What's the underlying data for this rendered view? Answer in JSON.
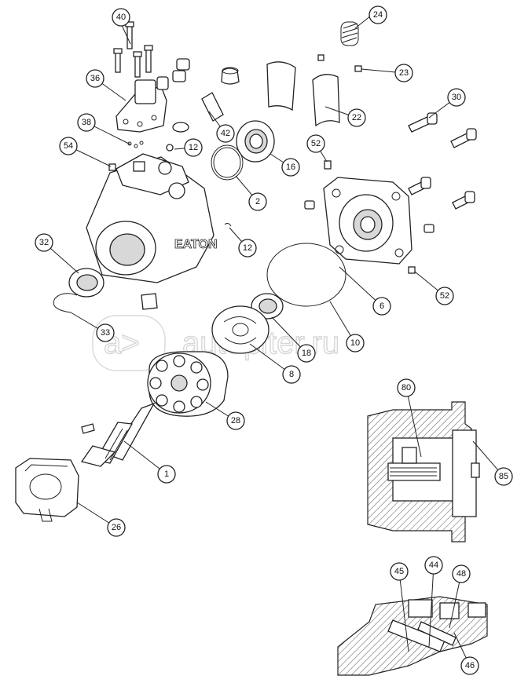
{
  "watermark": {
    "text": "autopiter.ru",
    "logo_glyph": "a>"
  },
  "housing_stamp": "EATON",
  "callouts": [
    {
      "id": "40",
      "label": "40"
    },
    {
      "id": "24",
      "label": "24"
    },
    {
      "id": "36",
      "label": "36"
    },
    {
      "id": "23",
      "label": "23"
    },
    {
      "id": "30",
      "label": "30"
    },
    {
      "id": "22",
      "label": "22"
    },
    {
      "id": "38",
      "label": "38"
    },
    {
      "id": "42",
      "label": "42"
    },
    {
      "id": "12a",
      "label": "12"
    },
    {
      "id": "54",
      "label": "54"
    },
    {
      "id": "52a",
      "label": "52"
    },
    {
      "id": "16",
      "label": "16"
    },
    {
      "id": "2",
      "label": "2"
    },
    {
      "id": "12b",
      "label": "12"
    },
    {
      "id": "32",
      "label": "32"
    },
    {
      "id": "6",
      "label": "6"
    },
    {
      "id": "52b",
      "label": "52"
    },
    {
      "id": "33",
      "label": "33"
    },
    {
      "id": "18",
      "label": "18"
    },
    {
      "id": "10",
      "label": "10"
    },
    {
      "id": "8",
      "label": "8"
    },
    {
      "id": "28",
      "label": "28"
    },
    {
      "id": "80",
      "label": "80"
    },
    {
      "id": "85",
      "label": "85"
    },
    {
      "id": "1",
      "label": "1"
    },
    {
      "id": "26",
      "label": "26"
    },
    {
      "id": "45",
      "label": "45"
    },
    {
      "id": "44",
      "label": "44"
    },
    {
      "id": "48",
      "label": "48"
    },
    {
      "id": "46",
      "label": "46"
    }
  ]
}
